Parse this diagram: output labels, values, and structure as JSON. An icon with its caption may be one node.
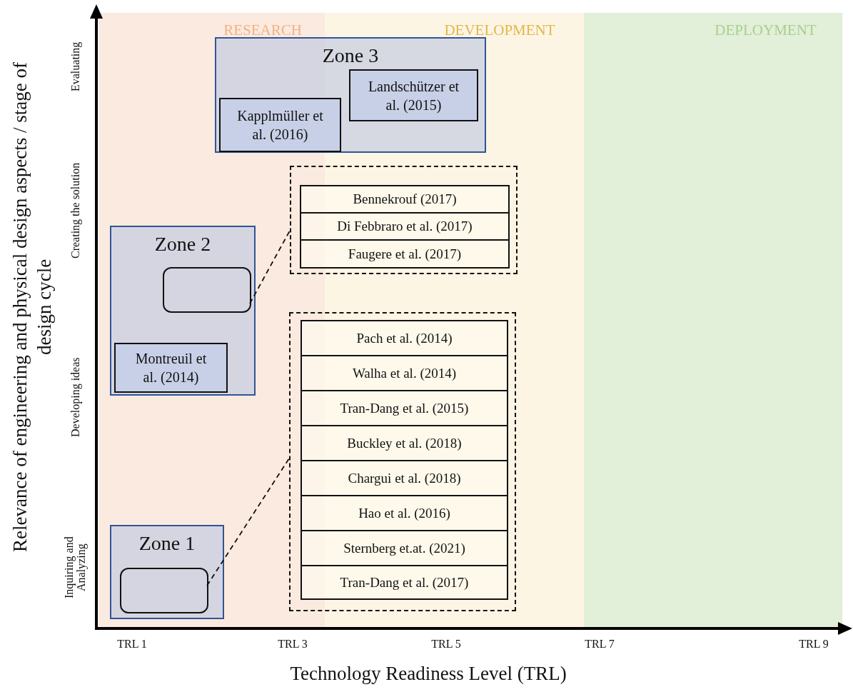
{
  "diagram": {
    "nodes": [
      {
        "text": [
          "Zone 3"
        ]
      },
      {
        "text": [
          "Landschützer et al. (2015)"
        ],
        "in": 0
      },
      {
        "text": [
          "Kapplmüller et al. (2016)"
        ],
        "in": 0
      },
      {
        "text": [],
        "shape": "box"
      },
      {
        "text": [
          "Bennekrouf (2017)"
        ],
        "in": 3
      },
      {
        "text": [
          "Di Febbraro et al. (2017)"
        ],
        "in": 3
      },
      {
        "text": [
          "Faugere et al. (2017)"
        ],
        "in": 3
      },
      {
        "text": [
          "Zone 2"
        ]
      },
      {
        "text": [],
        "shape": "box",
        "in": 7
      },
      {
        "text": [
          "Montreuil et al. (2014)"
        ],
        "in": 7
      },
      {
        "text": [],
        "shape": "box"
      },
      {
        "text": [
          "Pach et al. (2014)"
        ],
        "in": 10
      },
      {
        "text": [
          "Walha et al. (2014)"
        ],
        "in": 10
      },
      {
        "text": [
          "Tran-Dang et al. (2015)"
        ],
        "in": 10
      },
      {
        "text": [
          "Buckley et al. (2018)"
        ],
        "in": 10
      },
      {
        "text": [
          "Chargui et al. (2018)"
        ],
        "in": 10
      },
      {
        "text": [
          "Hao et al. (2016)"
        ],
        "in": 10
      },
      {
        "text": [
          "Sternberg et.at. (2021)"
        ],
        "in": 10
      },
      {
        "text": [
          "Tran-Dang et al. (2017)"
        ],
        "in": 10
      },
      {
        "text": [
          "Zone 1"
        ]
      },
      {
        "text": [],
        "shape": "box",
        "in": 19
      }
    ],
    "edges": [
      {
        "from": 8,
        "to": 3,
        "arrow": "none",
        "style": "dashed"
      },
      {
        "from": 20,
        "to": 10,
        "arrow": "none",
        "style": "dashed"
      }
    ],
    "labels": [
      "RESEARCH",
      "DEVELOPMENT",
      "DEPLOYMENT",
      "Evaluating",
      "Creating the solution",
      "Developing ideas",
      "Inquiring and Analyzing",
      "Relevance of engineering and physical design aspects / stage of design cycle",
      "TRL 1",
      "TRL 3",
      "TRL 5",
      "TRL 7",
      "TRL 9",
      "Technology Readiness Level (TRL)"
    ]
  }
}
